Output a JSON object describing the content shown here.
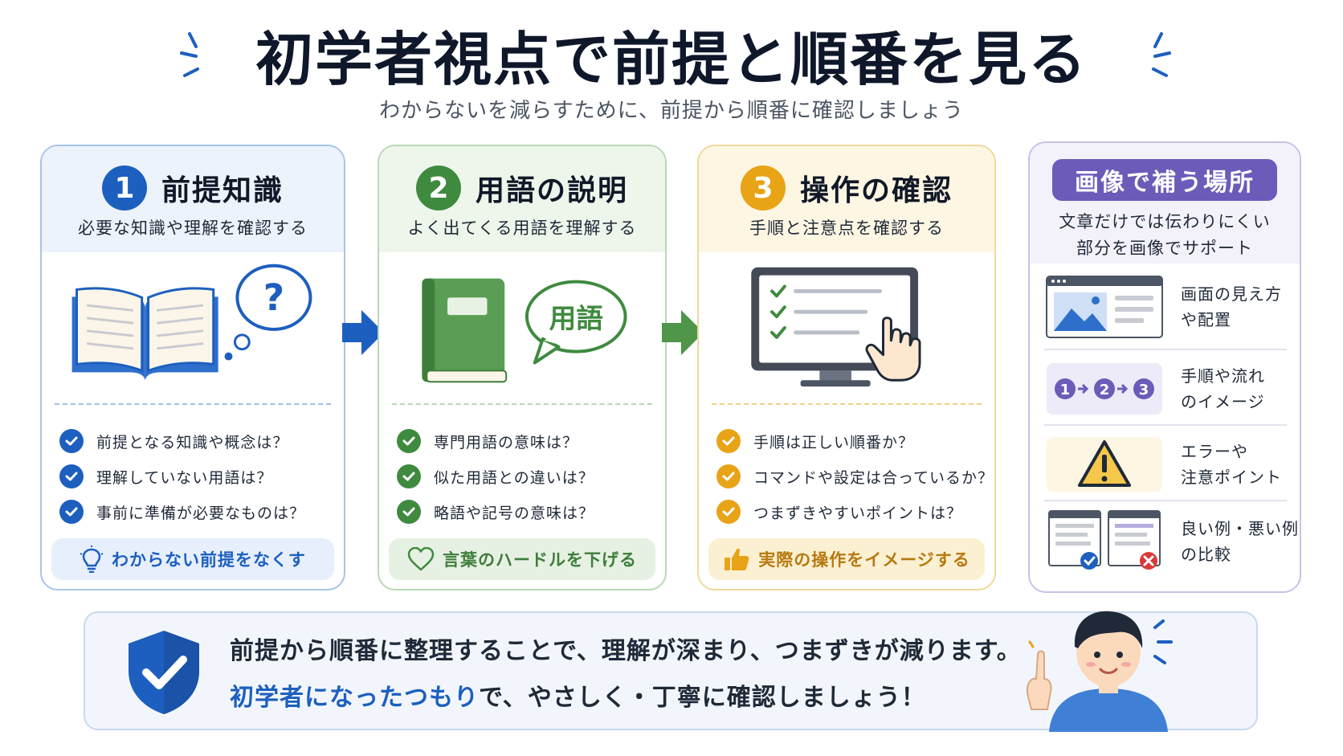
{
  "header": {
    "title": "初学者視点で前提と順番を見る",
    "subtitle": "わからないを減らすために、前提から順番に確認しましょう"
  },
  "steps": [
    {
      "number": "1",
      "title": "前提知識",
      "description": "必要な知識や理解を確認する",
      "checks": [
        "前提となる知識や概念は？",
        "理解していない用語は？",
        "事前に準備が必要なものは？"
      ],
      "footer": "わからない前提をなくす",
      "footer_icon": "lightbulb-icon"
    },
    {
      "number": "2",
      "title": "用語の説明",
      "description": "よく出てくる用語を理解する",
      "bubble_text": "用語",
      "checks": [
        "専門用語の意味は？",
        "似た用語との違いは？",
        "略語や記号の意味は？"
      ],
      "footer": "言葉のハードルを下げる",
      "footer_icon": "heart-icon"
    },
    {
      "number": "3",
      "title": "操作の確認",
      "description": "手順と注意点を確認する",
      "checks": [
        "手順は正しい順番か？",
        "コマンドや設定は合っているか？",
        "つまずきやすいポイントは？"
      ],
      "footer": "実際の操作をイメージする",
      "footer_icon": "thumbs-up-icon"
    }
  ],
  "image_panel": {
    "badge": "画像で補う場所",
    "description_lines": [
      "文章だけでは伝わりにくい",
      "部分を画像でサポート"
    ],
    "items": [
      {
        "label_lines": [
          "画面の見え方",
          "や配置"
        ],
        "icon": "screen-layout-icon"
      },
      {
        "label_lines": [
          "手順や流れ",
          "のイメージ"
        ],
        "icon": "flow-steps-icon",
        "flow_steps": [
          "1",
          "2",
          "3"
        ]
      },
      {
        "label_lines": [
          "エラーや",
          "注意ポイント"
        ],
        "icon": "warning-icon"
      },
      {
        "label_lines": [
          "良い例・悪い例",
          "の比較"
        ],
        "icon": "compare-examples-icon"
      }
    ]
  },
  "banner": {
    "line1": "前提から順番に整理することで、理解が深まり、つまずきが減ります。",
    "line2_highlight": "初学者になったつもり",
    "line2_rest": "で、やさしく・丁寧に確認しましょう！"
  },
  "colors": {
    "step1": "#1d5fbf",
    "step2": "#3f8a3f",
    "step3": "#e8a317",
    "image_panel": "#6c5bb8"
  }
}
